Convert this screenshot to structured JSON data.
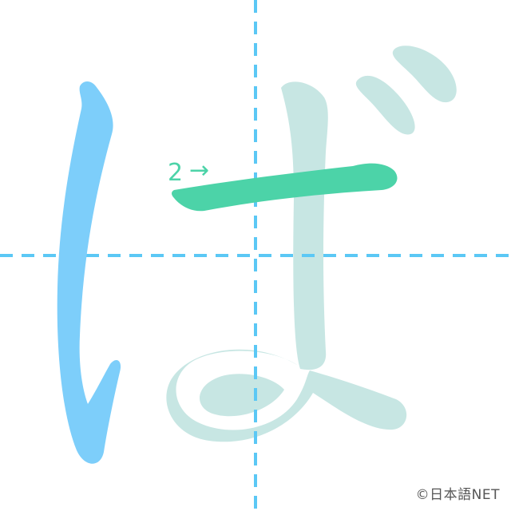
{
  "character": "ば",
  "current_stroke": 2,
  "step_label": "2",
  "step_arrow": "→",
  "copyright": "©日本語NET",
  "colors": {
    "guide_lines": "#5bc8f5",
    "completed_stroke": "#7dcefa",
    "current_stroke": "#4cd3a8",
    "remaining_strokes": "#c7e6e3",
    "copyright_text": "#555555"
  }
}
